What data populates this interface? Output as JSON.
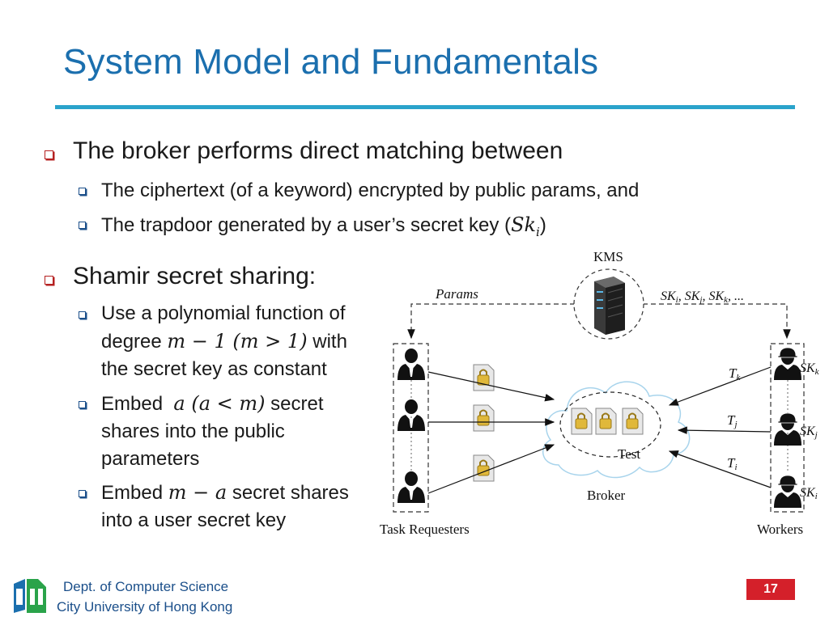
{
  "slide": {
    "title": "System Model and Fundamentals",
    "page_number": "17"
  },
  "bullets": {
    "broker": {
      "text": "The broker performs direct matching between",
      "sub": [
        "The ciphertext (of a keyword) encrypted by public params, and",
        "The trapdoor generated by a user’s secret key ("
      ],
      "sub2_math": "Sk",
      "sub2_sub": "i",
      "sub2_end": ")"
    },
    "shamir": {
      "text": "Shamir secret sharing:",
      "item1_a": "Use a polynomial function of",
      "item1_b": "degree",
      "item1_math": "m − 1 (m > 1)",
      "item1_c": "with",
      "item1_d": "the secret key as constant",
      "item2_a": "Embed",
      "item2_math": "a (a < m)",
      "item2_b": "secret",
      "item2_c": "shares into the public",
      "item2_d": "parameters",
      "item3_a": "Embed",
      "item3_math": "m − a",
      "item3_b": "secret shares",
      "item3_c": "into a user secret key"
    }
  },
  "diagram": {
    "kms": "KMS",
    "params": "Params",
    "sk_list_a": "SK",
    "sk_list_i": "i",
    "sk_list_j": "j",
    "sk_list_k": "k",
    "sk_list_sep": ", ",
    "sk_list_end": ", ...",
    "test": "Test",
    "broker": "Broker",
    "task_requesters": "Task Requesters",
    "workers": "Workers",
    "T": "T",
    "SK": "SK",
    "k": "k",
    "j": "j",
    "i": "i"
  },
  "footer": {
    "dept": "Dept. of Computer Science",
    "univ": "City University of Hong Kong"
  },
  "colors": {
    "title": "#1b6fae",
    "rule": "#2aa3cb",
    "page_badge": "#d4202a",
    "bullet_red": "#b52020",
    "bullet_blue": "#1b4f8a"
  }
}
